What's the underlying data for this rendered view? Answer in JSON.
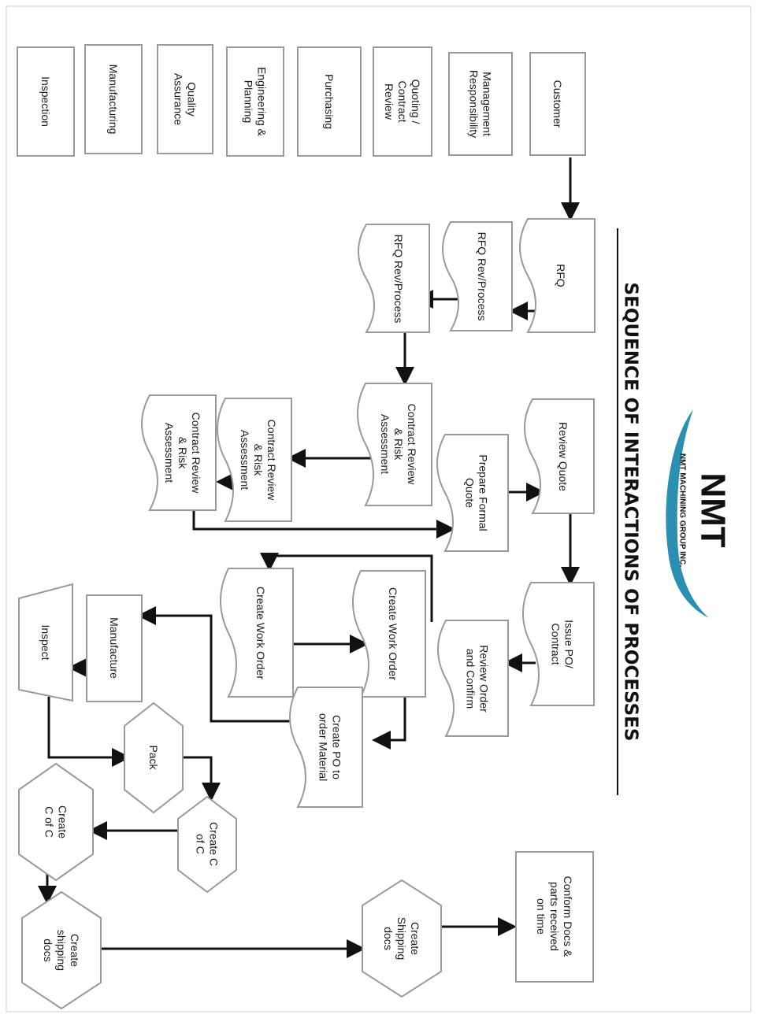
{
  "title": "SEQUENCE OF INTERACTIONS OF PROCESSES",
  "logo": {
    "mark": "NMT",
    "tagline": "NMT MACHINING GROUP INC.",
    "accent_color": "#2a8fb0"
  },
  "colors": {
    "box_border": "#9a9a9a",
    "arrow": "#111111",
    "background": "#ffffff"
  },
  "lanes": [
    "Customer",
    "Management Responsibility",
    "Quoting / Contract Review",
    "Purchasing",
    "Engineering & Planning",
    "Quality Assurance",
    "Manufacturing",
    "Inspection"
  ],
  "nodes": {
    "rfq": "RFQ",
    "rfq_rev_1": "RFQ Rev/Process",
    "rfq_rev_2": "RFQ Rev/Process",
    "contract_review_1": "Contract Review & Risk Assessment",
    "contract_review_2": "Contract Review & Risk Assessment",
    "contract_review_3": "Contract Review & Risk Assessment",
    "review_quote": "Review Quote",
    "prepare_quote": "Prepare Formal Quote",
    "issue_po": "Issue PO/ Contract",
    "review_order": "Review Order and Confirm",
    "create_wo_1": "Create Work Order",
    "create_wo_2": "Create Work Order",
    "create_po": "Create PO to order Material",
    "manufacture": "Manufacture",
    "inspect": "Inspect",
    "pack": "Pack",
    "coc_1": "Create C of C",
    "coc_2": "Create C of C",
    "shipping_1": "Create shipping docs",
    "shipping_2": "Create Shipping docs",
    "conform": "Conform Docs & parts received on time"
  }
}
